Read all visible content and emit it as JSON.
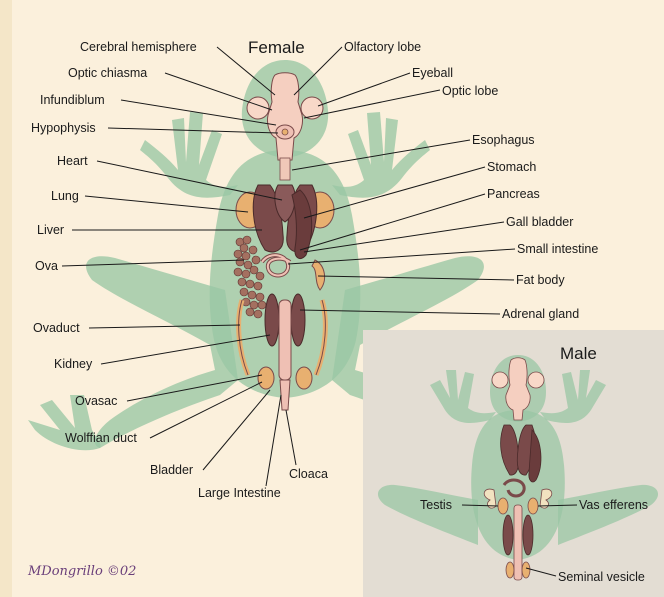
{
  "titles": {
    "female": "Female",
    "male": "Male"
  },
  "signature": "MDongrillo ©02",
  "female_labels": {
    "cerebral_hemisphere": "Cerebral hemisphere",
    "optic_chiasma": "Optic chiasma",
    "infundiblum": "Infundiblum",
    "hypophysis": "Hypophysis",
    "heart": "Heart",
    "lung": "Lung",
    "liver": "Liver",
    "ova": "Ova",
    "ovaduct": "Ovaduct",
    "kidney": "Kidney",
    "ovasac": "Ovasac",
    "wolffian_duct": "Wolffian duct",
    "bladder": "Bladder",
    "large_intestine": "Large Intestine",
    "cloaca": "Cloaca",
    "olfactory_lobe": "Olfactory lobe",
    "eyeball": "Eyeball",
    "optic_lobe": "Optic lobe",
    "esophagus": "Esophagus",
    "stomach": "Stomach",
    "pancreas": "Pancreas",
    "gall_bladder": "Gall bladder",
    "small_intestine": "Small intestine",
    "fat_body": "Fat body",
    "adrenal_gland": "Adrenal gland"
  },
  "male_labels": {
    "testis": "Testis",
    "vas_efferens": "Vas efferens",
    "seminal_vesicle": "Seminal vesicle"
  },
  "colors": {
    "background": "#fbf0dc",
    "male_panel": "#e3ddd3",
    "frog_body": "#9ac6a4",
    "brain": "#f5cfc0",
    "organ_dark": "#7a4a4a",
    "organ_light": "#efc0b4",
    "ova": "#a47060",
    "fat_body": "#e8b070",
    "signature": "#6a3f7a"
  }
}
